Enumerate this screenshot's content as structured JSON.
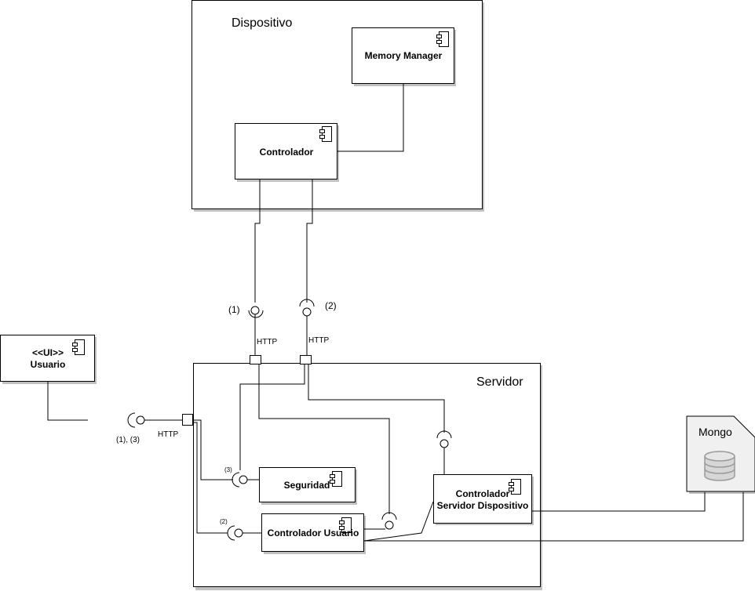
{
  "containers": {
    "dispositivo": {
      "title": "Dispositivo"
    },
    "servidor": {
      "title": "Servidor"
    }
  },
  "components": {
    "memory_manager": {
      "label": "Memory Manager"
    },
    "controlador": {
      "label": "Controlador"
    },
    "usuario": {
      "stereotype": "<<UI>>",
      "label": "Usuario"
    },
    "seguridad": {
      "label": "Seguridad"
    },
    "controlador_usuario": {
      "label": "Controlador Usuario"
    },
    "controlador_servidor": {
      "line1": "Controlador",
      "line2": "Servidor Dispositivo"
    }
  },
  "database": {
    "label": "Mongo",
    "icon": "database-icon"
  },
  "interfaces": {
    "dev_1": "(1)",
    "dev_2": "(2)",
    "http_1": "HTTP",
    "http_2": "HTTP",
    "user_iface": "(1), (3)",
    "http_user": "HTTP",
    "seg_iface": "(3)",
    "cu_iface": "(2)"
  }
}
